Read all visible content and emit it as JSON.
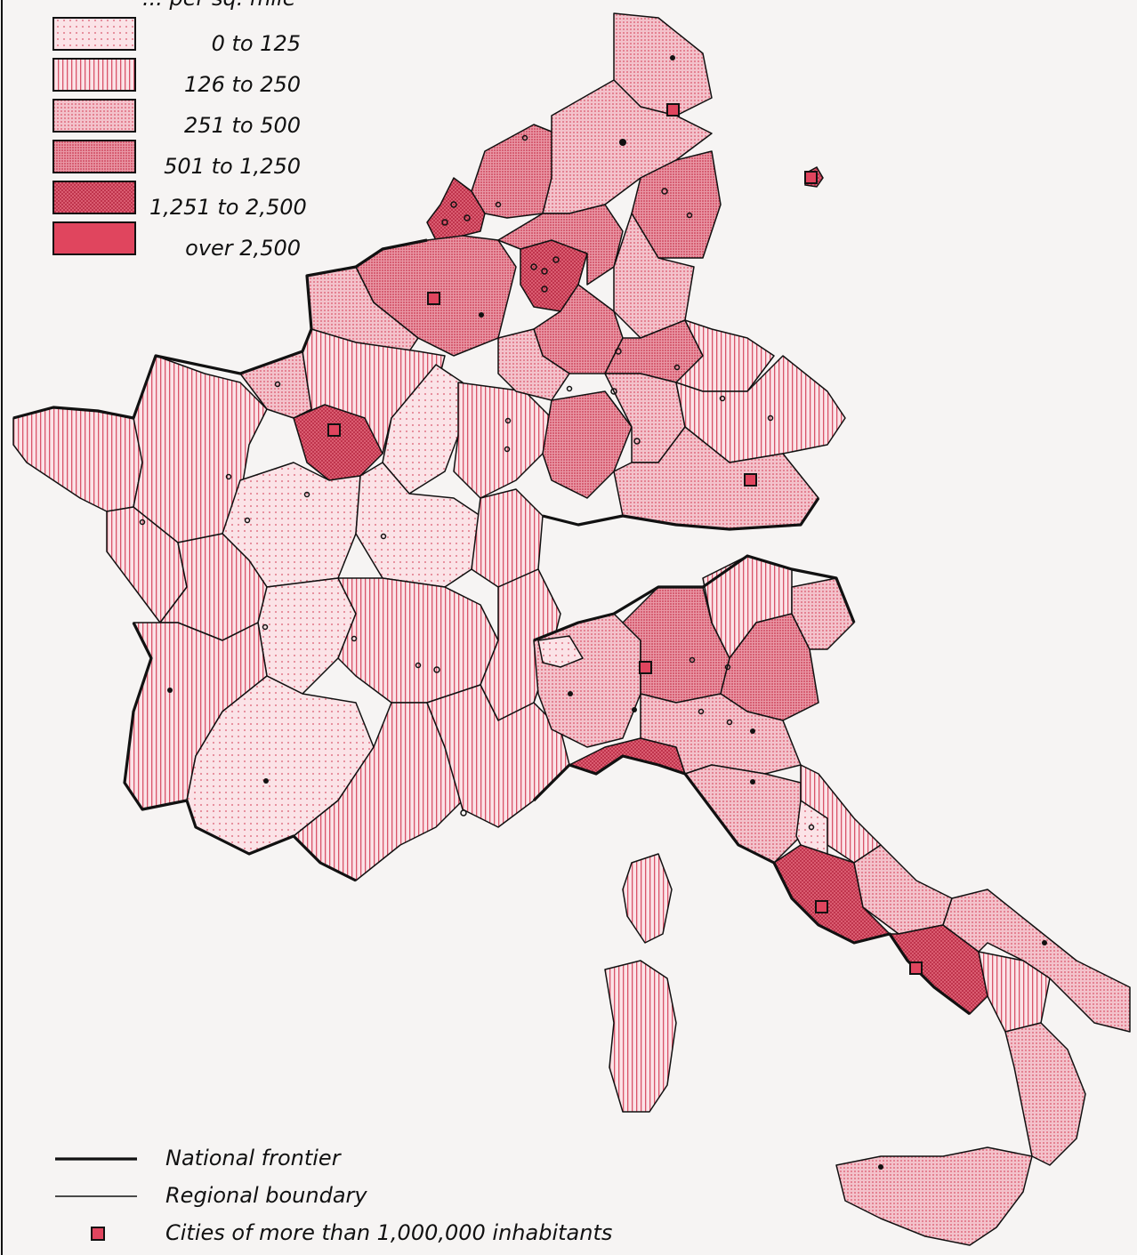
{
  "legend": {
    "title": "... per sq. mile",
    "categories": [
      {
        "label": "0 to    125",
        "color": "#f8d6dc",
        "pattern": "dots"
      },
      {
        "label": "126 to   250",
        "color": "#f4c5cf",
        "pattern": "vertical-lines"
      },
      {
        "label": "251 to   500",
        "color": "#efb7c2",
        "pattern": "fine-dots"
      },
      {
        "label": "501 to  1,250",
        "color": "#e8909f",
        "pattern": "dense-dots"
      },
      {
        "label": "1,251 to 2,500",
        "color": "#e06478",
        "pattern": "cross-hatch"
      },
      {
        "label": "over 2,500",
        "color": "#e0455e",
        "pattern": "solid"
      }
    ],
    "lines": [
      {
        "label": "National frontier",
        "style": "thick"
      },
      {
        "label": "Regional boundary",
        "style": "thin"
      },
      {
        "label": "Cities of more than  1,000,000 inhabitants",
        "style": "square-marker"
      }
    ]
  },
  "colors": {
    "accent": "#e0455e",
    "border": "#111111",
    "background": "#f6f4f3"
  }
}
